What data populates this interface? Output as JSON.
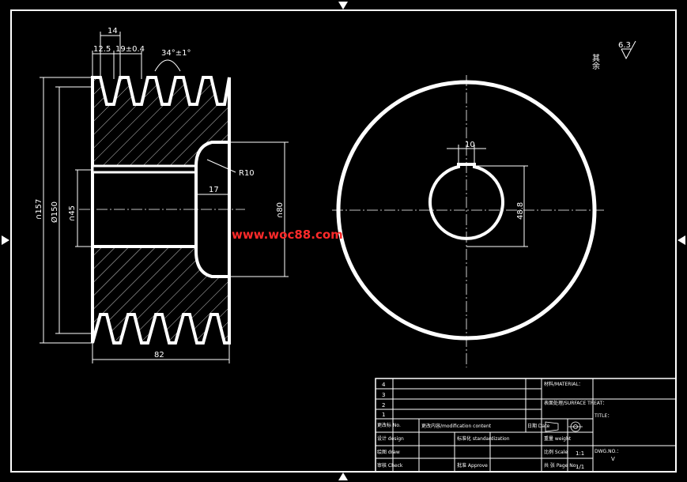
{
  "colors": {
    "background": "#000000",
    "line": "#ffffff",
    "hatch": "#ffffff",
    "watermark": "#ff2a2a"
  },
  "watermark": "www.woc88.com",
  "roughness": {
    "label": "其余",
    "value": "6.3"
  },
  "side_view": {
    "dims": {
      "top_width": "14",
      "groove_pitch": "12.5",
      "groove_tol": "19±0.4",
      "angle": "34°±1°",
      "radius": "R10",
      "hub_depth": "17",
      "outer_dia": "∩157",
      "pitch_dia": "Ø150",
      "bore_dia": "∩45",
      "hub_dia": "∩80",
      "width": "82"
    }
  },
  "front_view": {
    "dims": {
      "keyway_width": "10",
      "keyway_depth": "48.8"
    }
  },
  "title_block": {
    "rev_numbers": [
      "4",
      "3",
      "2",
      "1"
    ],
    "rev_no_label": "更改标 No.",
    "rev_content_label": "更改内容/modification content",
    "date_label": "日期 Date",
    "design_label": "设计 design",
    "draw_label": "绘图 draw",
    "check_label": "审核 Check",
    "standardize_label": "标准化 standardization",
    "approve_label": "批准 Approve",
    "weight_label": "重量 weight",
    "scale_label": "比例 Scale",
    "scale_value": "1:1",
    "page_label": "共 张 Page No.",
    "page_value": "1/1",
    "material_label": "材料/MATERIAL：",
    "surface_label": "表面处理/SURFACE TREAT：",
    "title_label": "TITLE：",
    "dwg_label": "DWG.NO.：",
    "dwg_value": "V"
  }
}
